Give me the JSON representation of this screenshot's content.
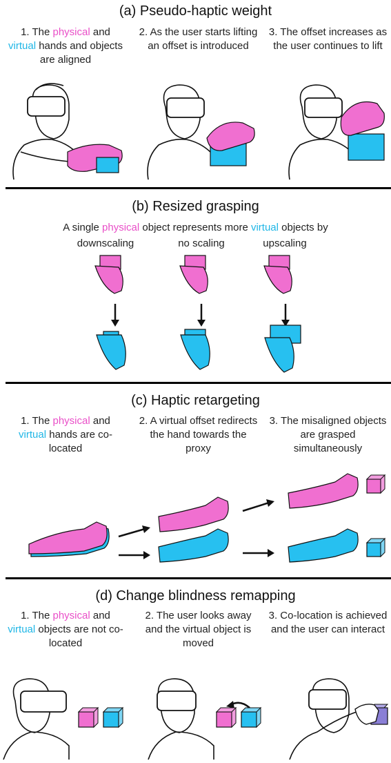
{
  "sections": {
    "a": {
      "title": "(a) Pseudo-haptic weight",
      "c1": {
        "pre": "1. The ",
        "physical": "physical",
        "mid": " and ",
        "virtual": "virtual",
        "post": " hands and objects are aligned"
      },
      "c2": "2. As the user starts lifting an offset is introduced",
      "c3": "3. The offset increases as the user continues to lift"
    },
    "b": {
      "title": "(b) Resized grasping",
      "line_pre": "A single ",
      "physical": "physical",
      "line_mid": " object represents more ",
      "virtual": "virtual",
      "line_post": " objects by",
      "labels": [
        "downscaling",
        "no scaling",
        "upscaling"
      ]
    },
    "c": {
      "title": "(c) Haptic retargeting",
      "c1": {
        "pre": "1. The ",
        "physical": "physical",
        "mid": " and ",
        "virtual": "virtual",
        "post": " hands are co-located"
      },
      "c2": "2. A virtual offset redirects the hand towards the proxy",
      "c3": "3. The misaligned objects are grasped simultaneously"
    },
    "d": {
      "title": "(d) Change blindness remapping",
      "c1": {
        "pre": "1. The ",
        "physical": "physical",
        "mid": " and ",
        "virtual": "virtual",
        "post": " objects are not co-located"
      },
      "c2": "2. The user looks away and the virtual object is moved",
      "c3": "3. Co-location is achieved and the user can interact"
    }
  },
  "colors": {
    "physical": "#f06fd0",
    "virtual": "#27c0f0",
    "physical_text": "#e94fc8",
    "virtual_text": "#1fb6e6",
    "blended": "#8a7fd6"
  }
}
